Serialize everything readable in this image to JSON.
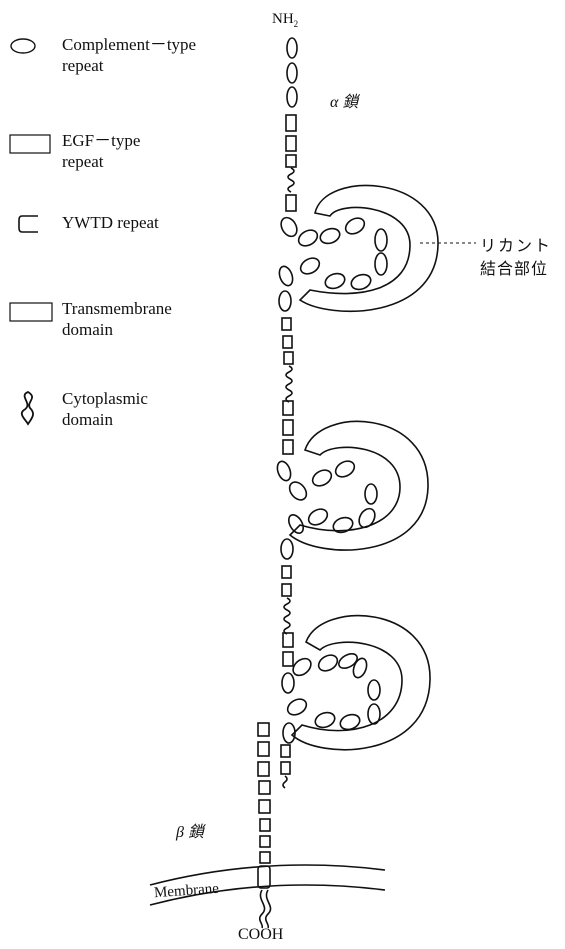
{
  "top_label": {
    "text": "NH",
    "sub": "2"
  },
  "bottom_label": "COOH",
  "alpha_label": "α 鎖",
  "beta_label": "β 鎖",
  "membrane_label": "Membrane",
  "ligand_site": {
    "line1": "リカント",
    "line2": "結合部位"
  },
  "legend": [
    {
      "icon": "ellipse-icon",
      "line1": "Complement－type",
      "line2": "repeat"
    },
    {
      "icon": "rectangle-icon",
      "line1": "EGF－type",
      "line2": "repeat"
    },
    {
      "icon": "bracket-icon",
      "line1": "YWTD repeat",
      "line2": ""
    },
    {
      "icon": "wide-rectangle-icon",
      "line1": "Transmembrane",
      "line2": "domain"
    },
    {
      "icon": "cytoplasmic-icon",
      "line1": "Cytoplasmic",
      "line2": "domain"
    }
  ]
}
